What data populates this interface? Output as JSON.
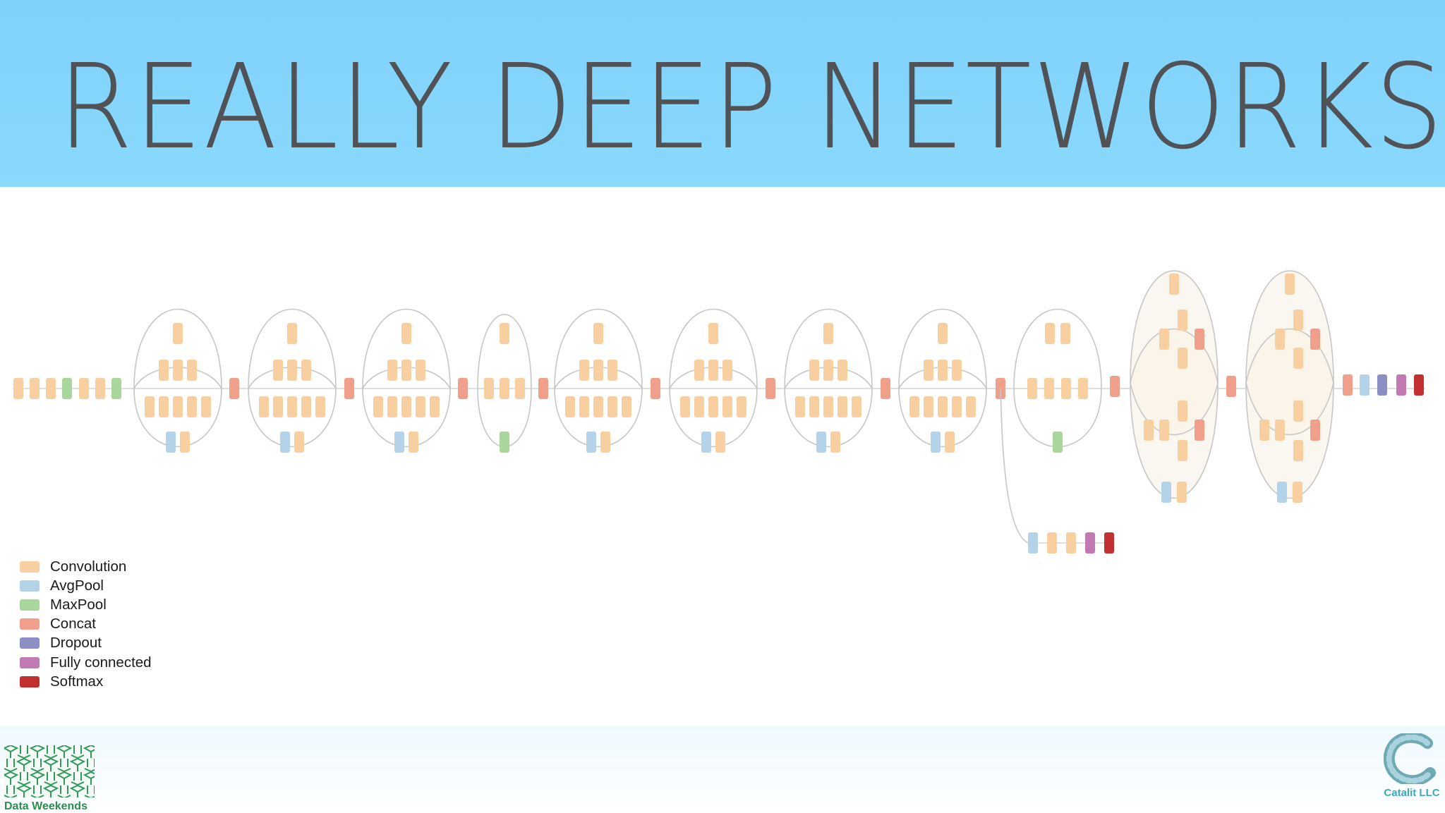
{
  "slide": {
    "title": "REALLY DEEP NETWORKS"
  },
  "colors": {
    "header_bg": "#82d4fc",
    "title": "#505256",
    "convolution": "#f7cfa1",
    "avgpool": "#b4d2e8",
    "maxpool": "#a8d69c",
    "concat": "#ef9f8a",
    "dropout": "#8c8fc4",
    "fully_connected": "#c07ab1",
    "softmax": "#c23030"
  },
  "legend": [
    {
      "label": "Convolution",
      "type": "convolution"
    },
    {
      "label": "AvgPool",
      "type": "avgpool"
    },
    {
      "label": "MaxPool",
      "type": "maxpool"
    },
    {
      "label": "Concat",
      "type": "concat"
    },
    {
      "label": "Dropout",
      "type": "dropout"
    },
    {
      "label": "Fully connected",
      "type": "fully_connected"
    },
    {
      "label": "Softmax",
      "type": "softmax"
    }
  ],
  "network": {
    "stem": [
      "convolution",
      "convolution",
      "convolution",
      "maxpool",
      "convolution",
      "convolution",
      "maxpool"
    ],
    "modules": [
      {
        "kind": "a",
        "bottom": [
          "avgpool",
          "convolution"
        ]
      },
      {
        "kind": "a",
        "bottom": [
          "avgpool",
          "convolution"
        ]
      },
      {
        "kind": "a",
        "bottom": [
          "avgpool",
          "convolution"
        ]
      },
      {
        "kind": "reduction_a",
        "bottom": [
          "maxpool"
        ]
      },
      {
        "kind": "b",
        "bottom": [
          "avgpool",
          "convolution"
        ]
      },
      {
        "kind": "b",
        "bottom": [
          "avgpool",
          "convolution"
        ]
      },
      {
        "kind": "b",
        "bottom": [
          "avgpool",
          "convolution"
        ]
      },
      {
        "kind": "b",
        "bottom": [
          "avgpool",
          "convolution"
        ]
      },
      {
        "kind": "reduction_b",
        "bottom": [
          "maxpool"
        ]
      },
      {
        "kind": "c",
        "bottom": [
          "avgpool",
          "convolution"
        ]
      },
      {
        "kind": "c",
        "bottom": [
          "avgpool",
          "convolution"
        ]
      }
    ],
    "head": [
      "avgpool",
      "dropout",
      "fully_connected",
      "softmax"
    ],
    "auxiliary_head": [
      "avgpool",
      "convolution",
      "convolution",
      "fully_connected",
      "softmax"
    ]
  },
  "logos": {
    "left": {
      "text": "Data Weekends",
      "icon": "data-weekends-logo-icon"
    },
    "right": {
      "text": "Catalit LLC",
      "icon": "catalit-logo-icon"
    }
  }
}
